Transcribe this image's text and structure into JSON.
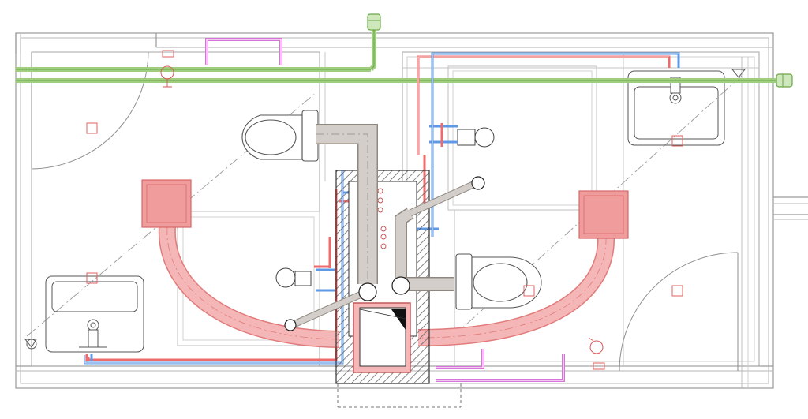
{
  "drawing": {
    "kind": "plan-view MEP coordination (bathroom pods)",
    "colors": {
      "wall": "#9a9a9a",
      "wall_dark": "#6b6b6b",
      "thin_line": "#b5b5b5",
      "duct_fill": "#f4b6b6",
      "duct_stroke": "#e27b7b",
      "duct_diffuser": "#f19c9c",
      "drain_fill": "#d3cec9",
      "drain_stroke": "#8f8880",
      "hot_water": "#ef6b6b",
      "cold_water": "#5f99e6",
      "green_pipe": "#9fcf7e",
      "green_pipe_dark": "#6aa64a",
      "magenta_pipe": "#d774d7",
      "hatch": "#555555",
      "shaft_fill": "#2b2b2b"
    },
    "fixtures": [
      {
        "type": "toilet",
        "room": "left"
      },
      {
        "type": "toilet",
        "room": "right"
      },
      {
        "type": "basin",
        "room": "left"
      },
      {
        "type": "basin",
        "room": "right"
      }
    ],
    "ducts": [
      {
        "type": "supply/extract duct",
        "side": "left"
      },
      {
        "type": "supply/extract duct",
        "side": "right"
      }
    ],
    "legend_note": ""
  }
}
